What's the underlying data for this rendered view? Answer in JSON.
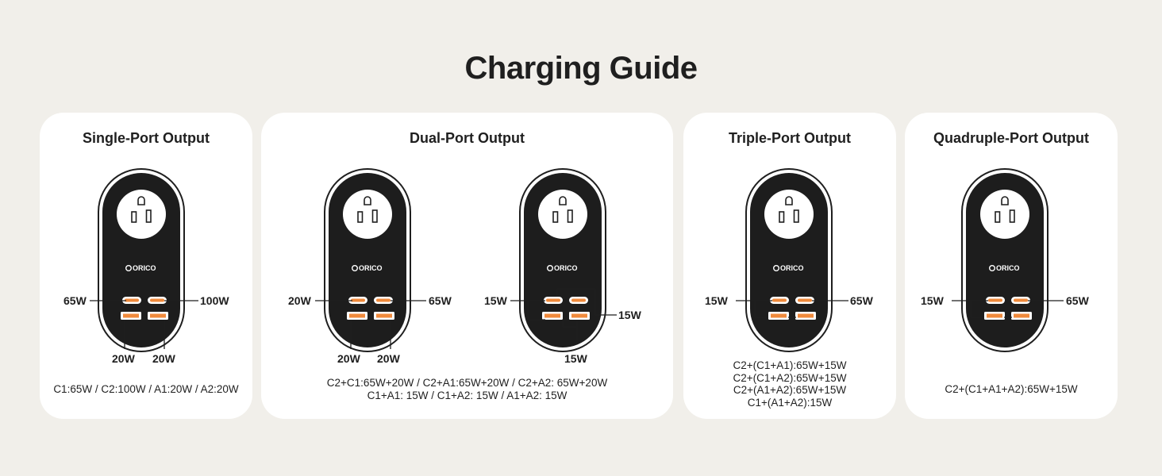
{
  "title": "Charging Guide",
  "brand": "ORICO",
  "colors": {
    "background": "#f1efea",
    "card": "#ffffff",
    "port_accent": "#f08a3c",
    "device_outline": "#1f1f1f"
  },
  "cards": [
    {
      "title": "Single-Port Output",
      "labels": {
        "c1": "65W",
        "c2": "100W",
        "a1": "20W",
        "a2": "20W"
      },
      "desc": [
        "C1:65W / C2:100W / A1:20W / A2:20W"
      ]
    },
    {
      "title": "Dual-Port Output",
      "device1_labels": {
        "c1": "20W",
        "c2": "65W",
        "a1": "20W",
        "a2": "20W"
      },
      "device2_labels": {
        "left": "15W",
        "right": "15W",
        "bottom": "15W"
      },
      "desc": [
        "C2+C1:65W+20W / C2+A1:65W+20W / C2+A2: 65W+20W",
        "C1+A1: 15W / C1+A2: 15W / A1+A2: 15W"
      ]
    },
    {
      "title": "Triple-Port Output",
      "labels": {
        "left": "15W",
        "right": "65W"
      },
      "desc": [
        "C2+(C1+A1):65W+15W",
        "C2+(C1+A2):65W+15W",
        "C2+(A1+A2):65W+15W",
        "C1+(A1+A2):15W"
      ]
    },
    {
      "title": "Quadruple-Port Output",
      "labels": {
        "left": "15W",
        "right": "65W"
      },
      "desc": [
        "C2+(C1+A1+A2):65W+15W"
      ]
    }
  ]
}
